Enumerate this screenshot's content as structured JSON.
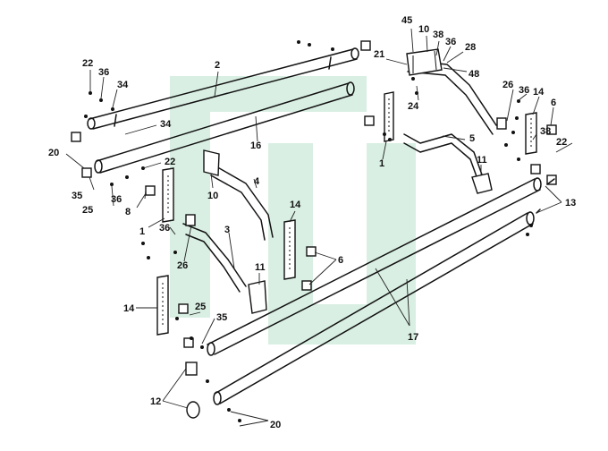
{
  "watermark_color": "#d9efe3",
  "labels": {
    "l45": "45",
    "l10a": "10",
    "l38a": "38",
    "l36a": "36",
    "l28": "28",
    "l21": "21",
    "l48": "48",
    "l24": "24",
    "l2": "2",
    "l22a": "22",
    "l36b": "36",
    "l34a": "34",
    "l34b": "34",
    "l16": "16",
    "l26a": "26",
    "l36c": "36",
    "l14a": "14",
    "l6a": "6",
    "l38b": "38",
    "l22b": "22",
    "l5": "5",
    "l20a": "20",
    "l22c": "22",
    "l35a": "35",
    "l25a": "25",
    "l36d": "36",
    "l8": "8",
    "l10b": "10",
    "l4": "4",
    "l1a": "1",
    "l1b": "1",
    "l11a": "11",
    "l13": "13",
    "l36e": "36",
    "l26b": "26",
    "l3": "3",
    "l14b": "14",
    "l6b": "6",
    "l11b": "11",
    "l14c": "14",
    "l25b": "25",
    "l35b": "35",
    "l17": "17",
    "l12": "12",
    "l20b": "20"
  }
}
